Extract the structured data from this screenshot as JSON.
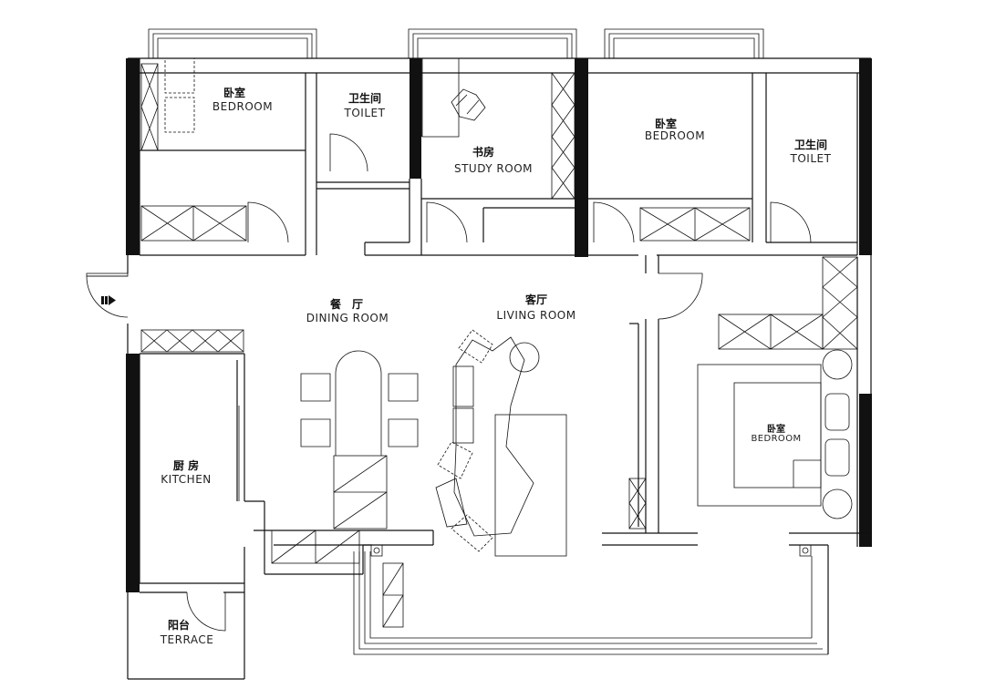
{
  "rooms": {
    "bedroom_nw": {
      "cn": "卧室",
      "en": "BEDROOM"
    },
    "toilet_n": {
      "cn": "卫生间",
      "en": "TOILET"
    },
    "study": {
      "cn": "书房",
      "en": "STUDY ROOM"
    },
    "bedroom_ne": {
      "cn": "卧室",
      "en": "BEDROOM"
    },
    "toilet_ne": {
      "cn": "卫生间",
      "en": "TOILET"
    },
    "dining": {
      "cn": "餐　厅",
      "en": "DINING ROOM"
    },
    "living": {
      "cn": "客厅",
      "en": "LIVING ROOM"
    },
    "kitchen": {
      "cn": "厨 房",
      "en": "KITCHEN"
    },
    "bedroom_e": {
      "cn": "卧室",
      "en": "BEDROOM"
    },
    "terrace": {
      "cn": "阳台",
      "en": "TERRACE"
    }
  },
  "entry_icon": "entrance-arrow-icon",
  "line_color": "#111111",
  "wall_fill": "#111111"
}
